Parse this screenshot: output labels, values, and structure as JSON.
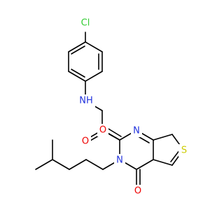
{
  "molecule": {
    "atoms": {
      "cl": {
        "text": "Cl",
        "color": "#33cc33"
      },
      "nh": {
        "text": "NH",
        "color": "#2233dd"
      },
      "o_amide": {
        "text": "O",
        "color": "#ee0000"
      },
      "n1": {
        "text": "N",
        "color": "#2233dd"
      },
      "o_c2": {
        "text": "O",
        "color": "#ee0000"
      },
      "n3": {
        "text": "N",
        "color": "#2233dd"
      },
      "o_c4": {
        "text": "O",
        "color": "#ee0000"
      },
      "s": {
        "text": "S",
        "color": "#cccc00"
      }
    }
  }
}
